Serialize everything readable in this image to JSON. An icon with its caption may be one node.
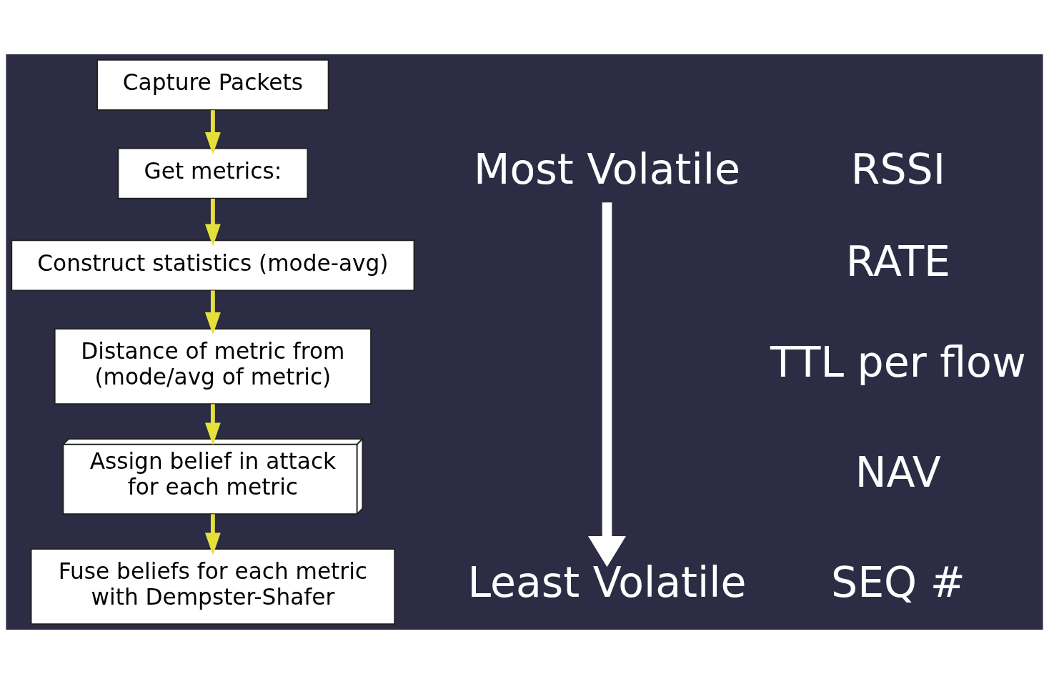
{
  "diagram": {
    "nodes": [
      {
        "text": [
          "Capture Packets"
        ]
      },
      {
        "text": [
          "Get metrics:"
        ]
      },
      {
        "text": [
          "Construct statistics (mode-avg)"
        ]
      },
      {
        "text": [
          "Distance of metric from (mode/avg of metric)"
        ]
      },
      {
        "text": [
          "Assign belief in attack for each metric"
        ]
      },
      {
        "text": [
          "Fuse beliefs for each metric with Dempster-Shafer"
        ]
      },
      {
        "text": [
          "Most Volatile"
        ]
      },
      {
        "text": [
          "Least Volatile"
        ]
      }
    ],
    "edges": [
      {
        "from": 0,
        "to": 1,
        "arrow": "to"
      },
      {
        "from": 1,
        "to": 2,
        "arrow": "to"
      },
      {
        "from": 2,
        "to": 3,
        "arrow": "to"
      },
      {
        "from": 3,
        "to": 4,
        "arrow": "to"
      },
      {
        "from": 4,
        "to": 5,
        "arrow": "to"
      },
      {
        "from": 6,
        "to": 7,
        "arrow": "to",
        "style": "thick",
        "color": "#ffffff"
      }
    ],
    "labels": [
      "RSSI",
      "RATE",
      "TTL per flow",
      "NAV",
      "SEQ #"
    ]
  }
}
